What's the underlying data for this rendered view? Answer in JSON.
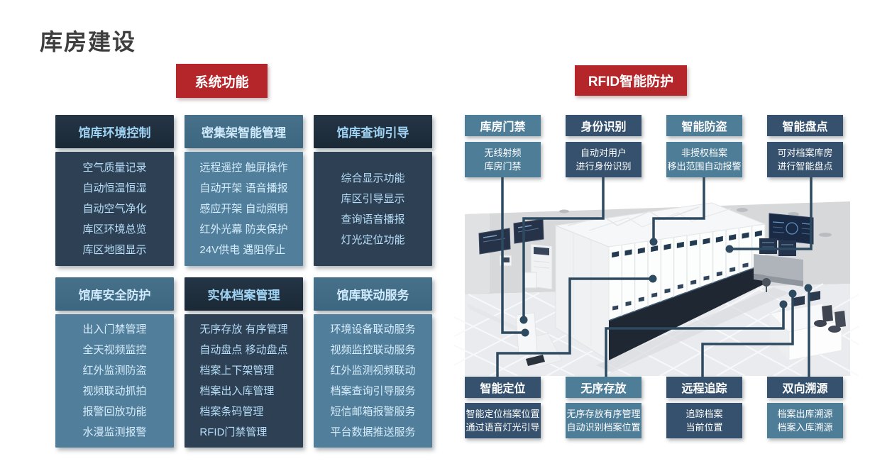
{
  "page": {
    "title": "库房建设"
  },
  "badges": {
    "system_functions": "系统功能",
    "rfid_protection": "RFID智能防护"
  },
  "colors": {
    "accent_red": "#b5262b",
    "dark_box": "#2e4154",
    "dark_box_header": "#1e2d3b",
    "light_box": "#507e9b",
    "light_box_header": "#406a83",
    "rfid_dark": "#35516d",
    "rfid_light": "#4e7d98",
    "connector": "#2d4a60",
    "title_text": "#3e3e3e",
    "item_text": "#b7ddf8"
  },
  "function_groups": [
    {
      "title": "馆库环境控制",
      "variant": "dark",
      "items": [
        "空气质量记录",
        "自动恒温恒湿",
        "自动空气净化",
        "库区环境总览",
        "库区地图显示"
      ]
    },
    {
      "title": "密集架智能管理",
      "variant": "light",
      "items": [
        "远程遥控 触屏操作",
        "自动开架 语音播报",
        "感应开架 自动照明",
        "红外光幕 防夹保护",
        "24V供电 遇阻停止"
      ]
    },
    {
      "title": "馆库查询引导",
      "variant": "dark",
      "items": [
        "综合显示功能",
        "库区引导显示",
        "查询语音播报",
        "灯光定位功能"
      ]
    },
    {
      "title": "馆库安全防护",
      "variant": "light",
      "items": [
        "出入门禁管理",
        "全天视频监控",
        "红外监测防盗",
        "视频联动抓拍",
        "报警回放功能",
        "水漫监测报警"
      ]
    },
    {
      "title": "实体档案管理",
      "variant": "dark",
      "items": [
        "无序存放 有序管理",
        "自动盘点 移动盘点",
        "档案上下架管理",
        "档案出入库管理",
        "档案条码管理",
        "RFID门禁管理"
      ]
    },
    {
      "title": "馆库联动服务",
      "variant": "light",
      "items": [
        "环境设备联动服务",
        "视频监控联动服务",
        "红外监测视频联动",
        "档案查询引导服务",
        "短信邮箱报警服务",
        "平台数据推送服务"
      ]
    }
  ],
  "rfid_top": [
    {
      "title": "库房门禁",
      "variant": "light",
      "desc_variant": "light",
      "desc": [
        "无线射频",
        "库房门禁"
      ]
    },
    {
      "title": "身份识别",
      "variant": "dark",
      "desc_variant": "dark",
      "desc": [
        "自动对用户",
        "进行身份识别"
      ]
    },
    {
      "title": "智能防盗",
      "variant": "light",
      "desc_variant": "light",
      "desc": [
        "非授权档案",
        "移出范围自动报警"
      ]
    },
    {
      "title": "智能盘点",
      "variant": "dark",
      "desc_variant": "dark",
      "desc": [
        "可对档案库房",
        "进行智能盘点"
      ]
    }
  ],
  "rfid_bottom": [
    {
      "title": "智能定位",
      "variant": "dark",
      "desc_variant": "dark",
      "desc": [
        "智能定位档案位置",
        "通过语音灯光引导"
      ]
    },
    {
      "title": "无序存放",
      "variant": "light",
      "desc_variant": "light",
      "desc": [
        "无序存放有序管理",
        "自动识别档案位置"
      ]
    },
    {
      "title": "远程追踪",
      "variant": "dark",
      "desc_variant": "dark",
      "desc": [
        "追踪档案",
        "当前位置"
      ]
    },
    {
      "title": "双向溯源",
      "variant": "dark",
      "desc_variant": "light",
      "desc": [
        "档案出库溯源",
        "档案入库溯源"
      ]
    }
  ]
}
